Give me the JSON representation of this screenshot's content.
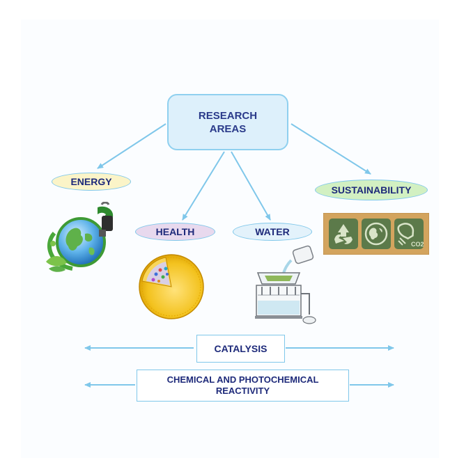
{
  "main": {
    "line1": "RESEARCH",
    "line2": "AREAS"
  },
  "areas": {
    "energy": "ENERGY",
    "health": "HEALTH",
    "water": "WATER",
    "sustainability": "SUSTAINABILITY"
  },
  "tools": {
    "catalysis": "CATALYSIS",
    "reactivity_line1": "CHEMICAL AND PHOTOCHEMICAL",
    "reactivity_line2": "REACTIVITY"
  },
  "sustainability_badge": {
    "co2": "CO2"
  },
  "icons": [
    "globe-fuel-pump-icon",
    "liposome-icon",
    "water-filter-icon",
    "recycle-globe-bulb-icon"
  ],
  "colors": {
    "arrow": "#7fc7ea",
    "text": "#1e2a7a",
    "energy_fill": "#fbf4c8",
    "health_fill": "#e8d9ee",
    "water_fill": "#e3f2fb",
    "sustainability_fill": "#d2f0c2"
  }
}
